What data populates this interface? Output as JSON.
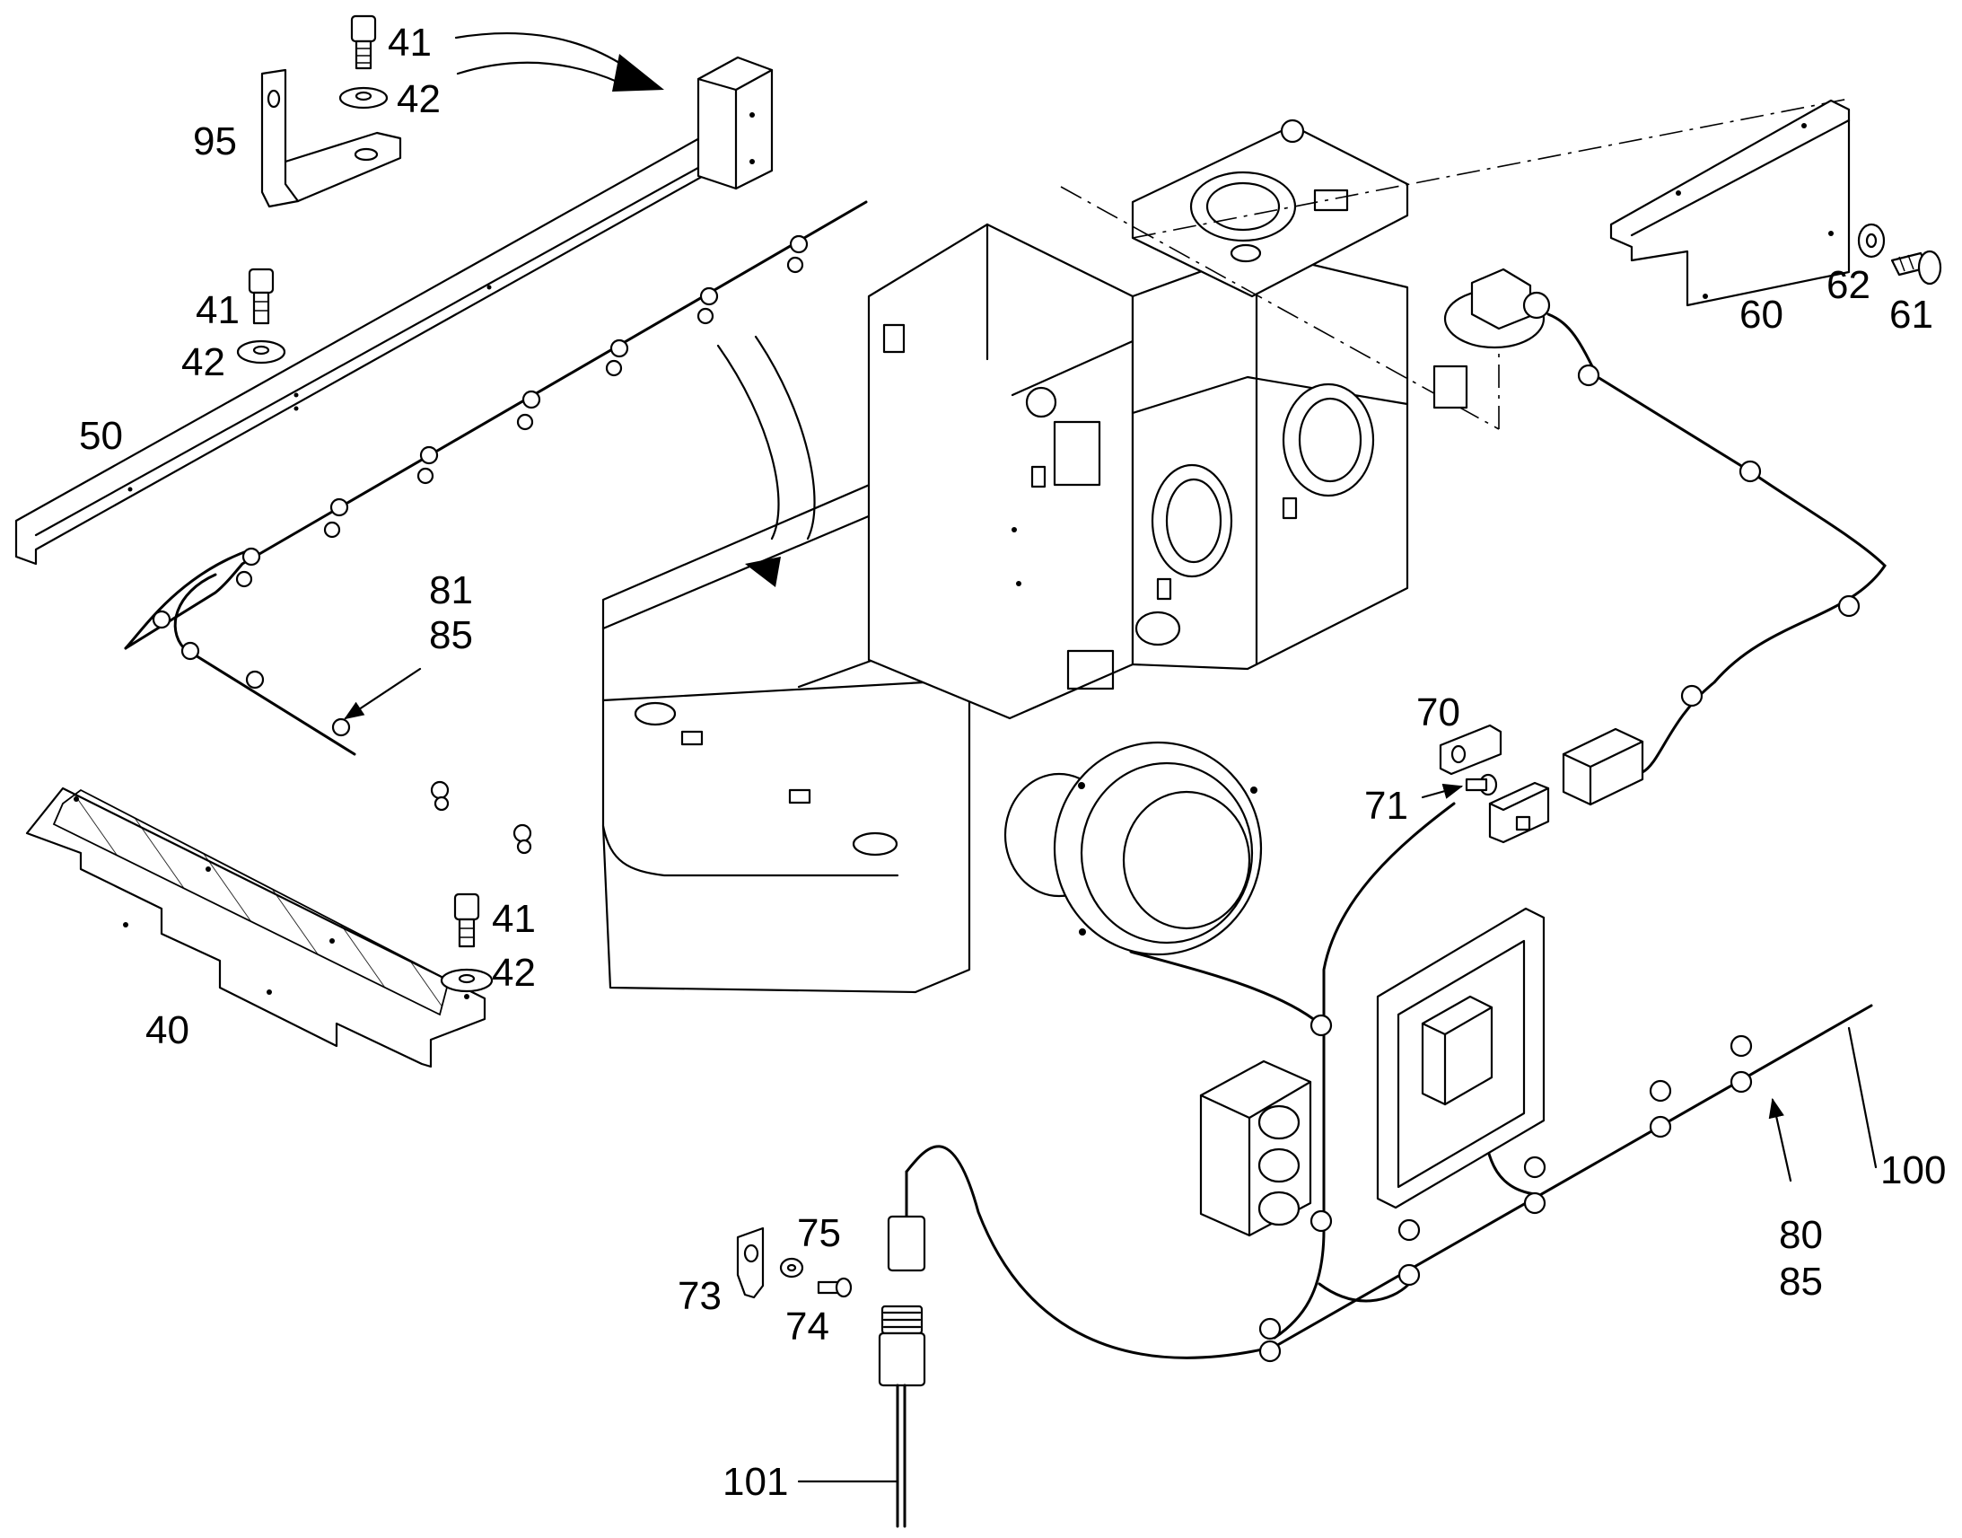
{
  "callouts": {
    "c41a": "41",
    "c42a": "42",
    "c95": "95",
    "c41b": "41",
    "c42b": "42",
    "c50": "50",
    "c81": "81",
    "c85a": "85",
    "c41c": "41",
    "c42c": "42",
    "c40": "40",
    "c60": "60",
    "c62": "62",
    "c61": "61",
    "c70": "70",
    "c71": "71",
    "c75": "75",
    "c73": "73",
    "c74": "74",
    "c101": "101",
    "c100": "100",
    "c80": "80",
    "c85b": "85"
  }
}
